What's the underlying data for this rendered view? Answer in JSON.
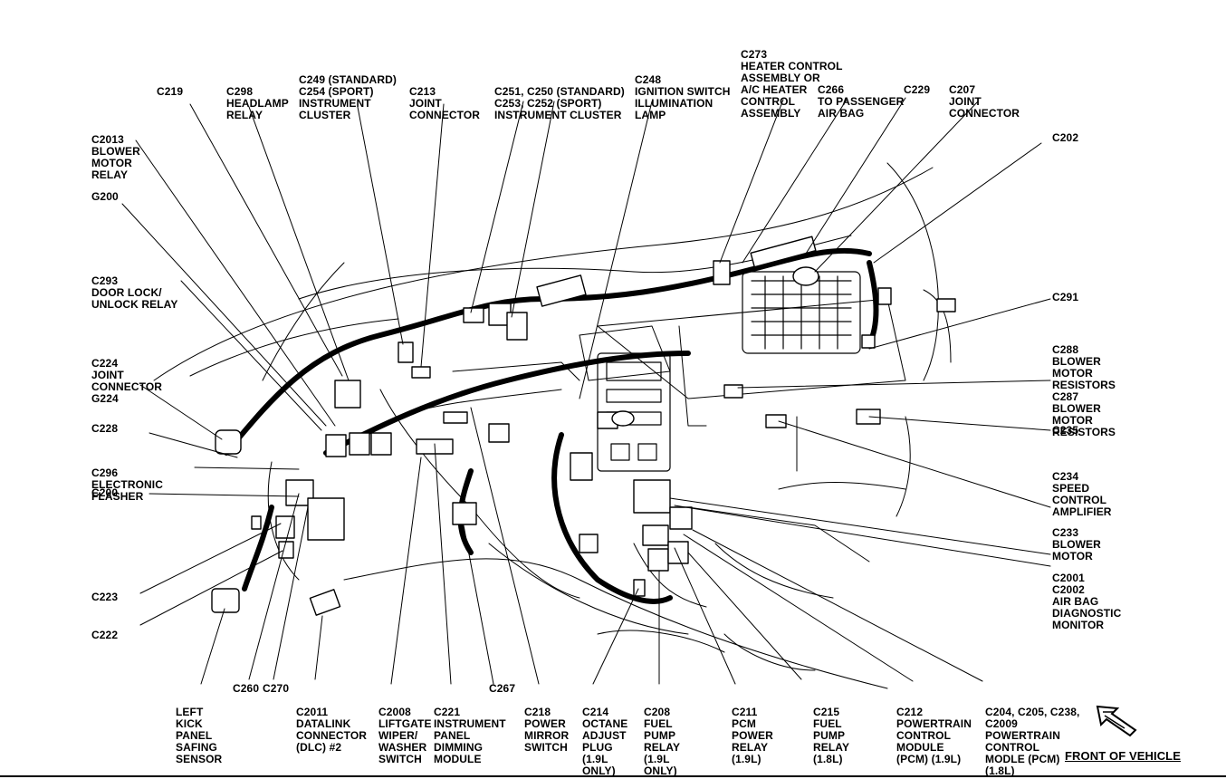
{
  "labels": {
    "c219": "C219",
    "c298": [
      "C298",
      "HEADLAMP",
      "RELAY"
    ],
    "c249": [
      "C249 (STANDARD)",
      "C254 (SPORT)",
      "INSTRUMENT",
      "CLUSTER"
    ],
    "c213": [
      "C213",
      "JOINT",
      "CONNECTOR"
    ],
    "c251": [
      "C251, C250 (STANDARD)",
      "C253, C252 (SPORT)",
      "INSTRUMENT CLUSTER"
    ],
    "c248": [
      "C248",
      "IGNITION SWITCH",
      "ILLUMINATION",
      "LAMP"
    ],
    "c273": [
      "C273",
      "HEATER CONTROL",
      "ASSEMBLY OR",
      "A/C HEATER",
      "CONTROL",
      "ASSEMBLY"
    ],
    "c266": [
      "C266",
      "TO PASSENGER",
      "AIR BAG"
    ],
    "c229": "C229",
    "c207": [
      "C207",
      "JOINT",
      "CONNECTOR"
    ],
    "c2013": [
      "C2013",
      "BLOWER",
      "MOTOR",
      "RELAY"
    ],
    "g200": "G200",
    "c293": [
      "C293",
      "DOOR LOCK/",
      "UNLOCK RELAY"
    ],
    "c224": [
      "C224",
      "JOINT",
      "CONNECTOR",
      "G224"
    ],
    "c228": "C228",
    "c296": [
      "C296",
      "ELECTRONIC",
      "FLASHER"
    ],
    "c200": "C200",
    "c223": "C223",
    "c222": "C222",
    "c202": "C202",
    "c291": "C291",
    "c288": [
      "C288",
      "BLOWER",
      "MOTOR",
      "RESISTORS"
    ],
    "c287": [
      "C287",
      "BLOWER",
      "MOTOR",
      "RESISTORS"
    ],
    "c235": "C235",
    "c234": [
      "C234",
      "SPEED",
      "CONTROL",
      "AMPLIFIER"
    ],
    "c233": [
      "C233",
      "BLOWER",
      "MOTOR"
    ],
    "c2001": [
      "C2001",
      "C2002",
      "AIR BAG",
      "DIAGNOSTIC",
      "MONITOR"
    ],
    "left_kick": [
      "LEFT",
      "KICK",
      "PANEL",
      "SAFING",
      "SENSOR"
    ],
    "c260": "C260",
    "c270": "C270",
    "c2011": [
      "C2011",
      "DATALINK",
      "CONNECTOR",
      "(DLC) #2"
    ],
    "c2008": [
      "C2008",
      "LIFTGATE",
      "WIPER/",
      "WASHER",
      "SWITCH"
    ],
    "c221": [
      "C221",
      "INSTRUMENT",
      "PANEL",
      "DIMMING",
      "MODULE"
    ],
    "c267": "C267",
    "c218": [
      "C218",
      "POWER",
      "MIRROR",
      "SWITCH"
    ],
    "c214": [
      "C214",
      "OCTANE",
      "ADJUST",
      "PLUG",
      "(1.9L",
      "ONLY)"
    ],
    "c208": [
      "C208",
      "FUEL",
      "PUMP",
      "RELAY",
      "(1.9L",
      "ONLY)"
    ],
    "c211": [
      "C211",
      "PCM",
      "POWER",
      "RELAY",
      "(1.9L)"
    ],
    "c215": [
      "C215",
      "FUEL",
      "PUMP",
      "RELAY",
      "(1.8L)"
    ],
    "c212": [
      "C212",
      "POWERTRAIN",
      "CONTROL",
      "MODULE",
      "(PCM) (1.9L)"
    ],
    "c204": [
      "C204, C205, C238,",
      "C2009",
      "POWERTRAIN",
      "CONTROL",
      "MODLE (PCM)",
      "(1.8L)"
    ],
    "front": "FRONT OF VEHICLE"
  },
  "icons": {
    "front_arrow": "arrow-icon"
  }
}
